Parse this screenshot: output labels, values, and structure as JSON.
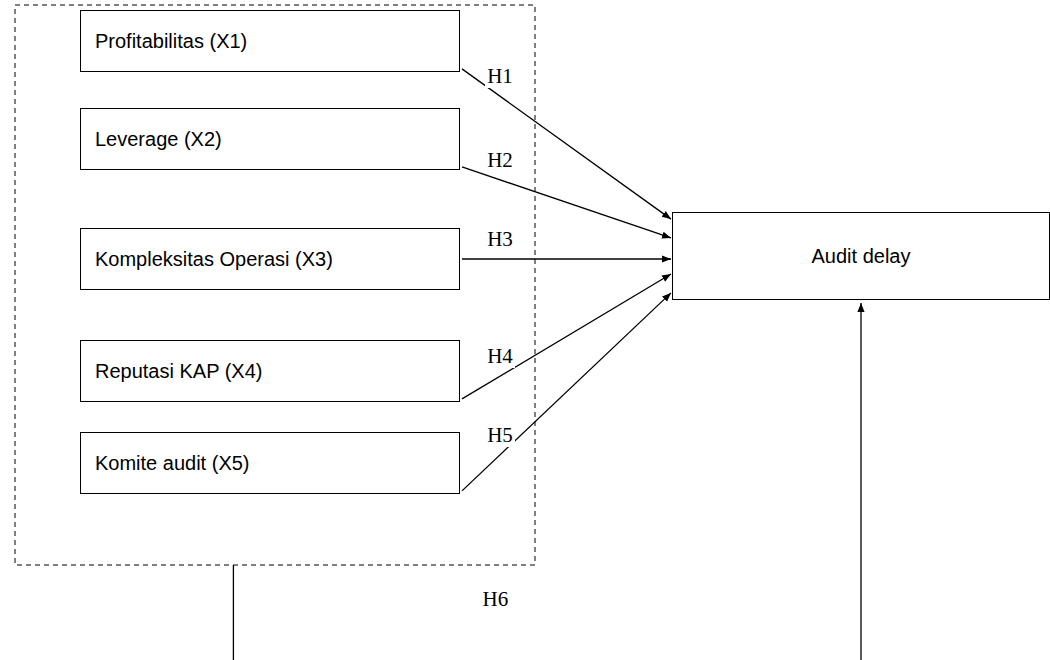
{
  "diagram": {
    "nodes": [
      {
        "text": [
          "Profitabilitas (X1)"
        ]
      },
      {
        "text": [
          "Leverage (X2)"
        ]
      },
      {
        "text": [
          "Kompleksitas Operasi (X3)"
        ]
      },
      {
        "text": [
          "Reputasi KAP (X4)"
        ]
      },
      {
        "text": [
          "Komite audit (X5)"
        ]
      },
      {
        "text": [
          "Audit delay"
        ]
      }
    ],
    "edges": [
      {
        "from": 0,
        "to": 5,
        "arrow": "to",
        "label": "H1"
      },
      {
        "from": 1,
        "to": 5,
        "arrow": "to",
        "label": "H2"
      },
      {
        "from": 2,
        "to": 5,
        "arrow": "to",
        "label": "H3"
      },
      {
        "from": 3,
        "to": 5,
        "arrow": "to",
        "label": "H4"
      },
      {
        "from": 4,
        "to": 5,
        "arrow": "to",
        "label": "H5"
      }
    ],
    "labels": [
      "H6"
    ]
  }
}
